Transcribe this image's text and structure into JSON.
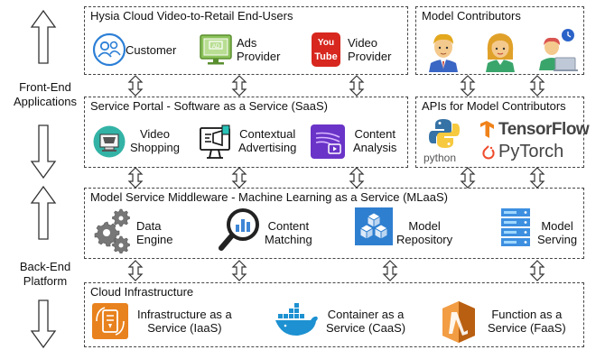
{
  "side_labels": {
    "front_end": [
      "Front-End",
      "Applications"
    ],
    "back_end": [
      "Back-End",
      "Platform"
    ]
  },
  "end_users": {
    "title": "Hysia Cloud Video-to-Retail End-Users",
    "items": [
      {
        "label": "Customer",
        "icon": "customer-icon"
      },
      {
        "label": "Ads\nProvider",
        "icon": "ad-screen-icon"
      },
      {
        "label": "Video\nProvider",
        "icon": "youtube-icon",
        "icon_text": "You Tube"
      }
    ]
  },
  "model_contributors": {
    "title": "Model Contributors",
    "items": [
      "male-contributor-icon",
      "female-contributor-icon",
      "laptop-contributor-icon"
    ]
  },
  "service_portal": {
    "title": "Service Portal - Software as a Service (SaaS)",
    "items": [
      {
        "label": "Video\nShopping",
        "icon": "shopping-cart-icon"
      },
      {
        "label": "Contextual\nAdvertising",
        "icon": "advertising-icon"
      },
      {
        "label": "Content\nAnalysis",
        "icon": "content-analysis-icon"
      }
    ]
  },
  "apis": {
    "title": "APIs for Model Contributors",
    "python": "python",
    "tensorflow": "TensorFlow",
    "pytorch": "PyTorch"
  },
  "middleware": {
    "title": "Model Service Middleware - Machine Learning as a Service (MLaaS)",
    "items": [
      {
        "label": "Data\nEngine",
        "icon": "gears-icon"
      },
      {
        "label": "Content\nMatching",
        "icon": "magnifier-chart-icon"
      },
      {
        "label": "Model\nRepository",
        "icon": "repository-cubes-icon"
      },
      {
        "label": "Model\nServing",
        "icon": "server-stack-icon"
      }
    ]
  },
  "cloud": {
    "title": "Cloud Infrastructure",
    "items": [
      {
        "label": "Infrastructure as a\nService (IaaS)",
        "icon": "infrastructure-icon"
      },
      {
        "label": "Container as a\nService (CaaS)",
        "icon": "docker-whale-icon"
      },
      {
        "label": "Function as a\nService (FaaS)",
        "icon": "lambda-function-icon"
      }
    ]
  },
  "colors": {
    "dashed_border": "#444444",
    "youtube_red": "#d7271e",
    "ad_green": "#6fae3b",
    "saas_purple": "#6a34c8",
    "aws_orange": "#e8821e",
    "docker_blue": "#1d91d1",
    "azure_blue": "#2f7fd0",
    "tensorflow_orange": "#f0821a",
    "pytorch_orange": "#ee4c2c"
  }
}
